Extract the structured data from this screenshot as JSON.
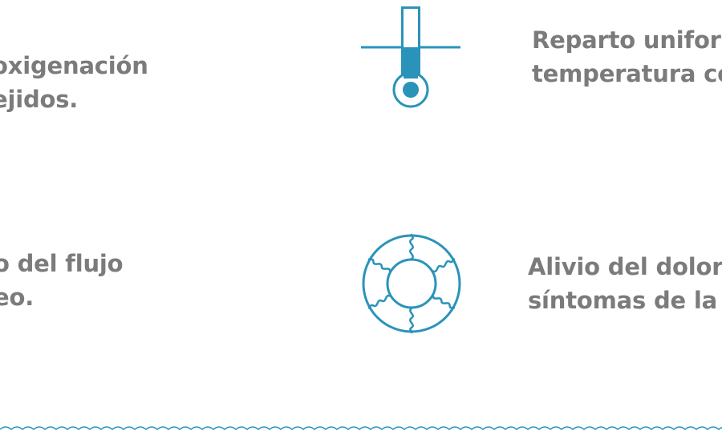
{
  "benefits": [
    {
      "lines": [
        "oxigenación",
        "ejidos."
      ],
      "icon": ""
    },
    {
      "lines": [
        "Reparto uniform",
        "temperatura cor"
      ],
      "icon": "thermometer-icon"
    },
    {
      "lines": [
        "o del flujo",
        "eo."
      ],
      "icon": ""
    },
    {
      "lines": [
        "Alivio del dolor",
        "síntomas de la a"
      ],
      "icon": "relaxation-ring-icon"
    }
  ],
  "colors": {
    "accent": "#2a93ba",
    "text": "#7b7b7b",
    "background": "#ffffff"
  },
  "decoration": {
    "bottom_divider": "wave-divider"
  }
}
